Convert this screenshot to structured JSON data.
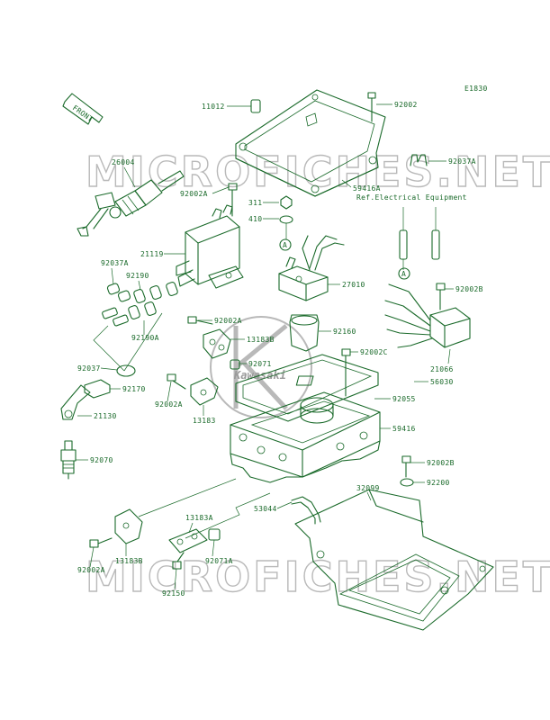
{
  "diagram_code": "E1830",
  "front_label": "FRONT",
  "ref_note": "Ref.Electrical Equipment",
  "watermark": "MICROFICHES.NET",
  "logo_text": "Kawasaki",
  "circle_marker": "A",
  "colors": {
    "line": "#1a6a2a",
    "watermark": "#b9b9b9"
  },
  "parts": {
    "p11012": "11012",
    "p92002": "92002",
    "p92037A_top": "92037A",
    "p26004": "26004",
    "p59416A": "59416A",
    "p92002A_1": "92002A",
    "p311": "311",
    "p410": "410",
    "p21119": "21119",
    "p92037A_left": "92037A",
    "p92190": "92190",
    "p27010": "27010",
    "p92002B": "92002B",
    "p92002A_2": "92002A",
    "p13183B": "13183B",
    "p92160": "92160",
    "p92190A": "92190A",
    "p92071": "92071",
    "p92002C": "92002C",
    "p21066": "21066",
    "p92037": "92037",
    "p92170": "92170",
    "p56030": "56030",
    "p92002A_3": "92002A",
    "p13183": "13183",
    "p92055": "92055",
    "p21130": "21130",
    "p59416": "59416",
    "p92070": "92070",
    "p92002B_2": "92002B",
    "p32099": "32099",
    "p92200": "92200",
    "p53044": "53044",
    "p13183A": "13183A",
    "p13183B_2": "13183B",
    "p92071A": "92071A",
    "p92002A_4": "92002A",
    "p92150": "92150"
  }
}
